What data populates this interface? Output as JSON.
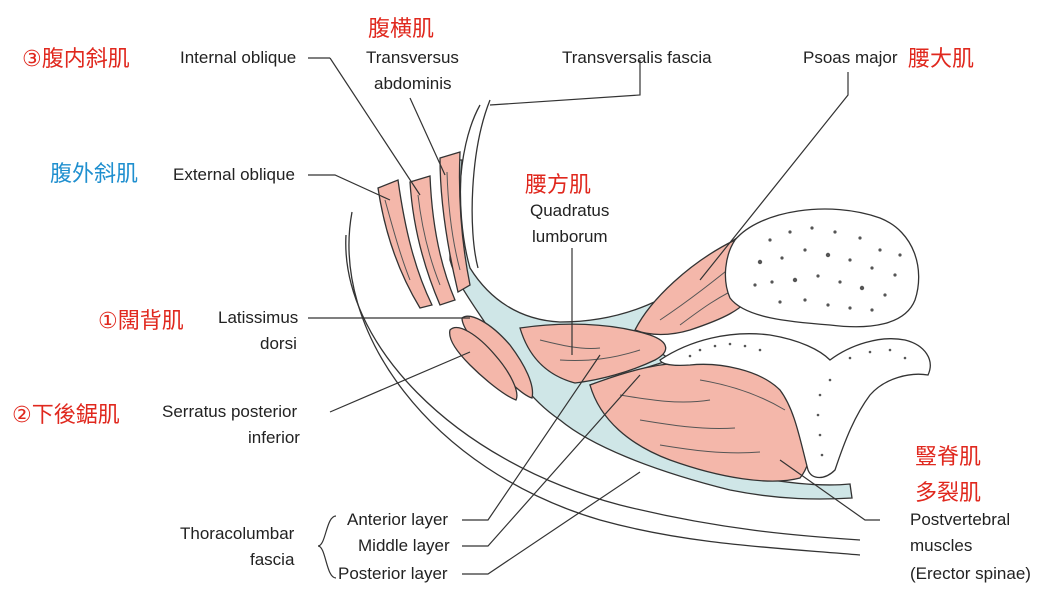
{
  "labels_en": {
    "internal_oblique": "Internal oblique",
    "transversus_1": "Transversus",
    "transversus_2": "abdominis",
    "transversalis": "Transversalis fascia",
    "psoas": "Psoas major",
    "external_oblique": "External oblique",
    "quadratus_1": "Quadratus",
    "quadratus_2": "lumborum",
    "latissimus_1": "Latissimus",
    "latissimus_2": "dorsi",
    "serratus_1": "Serratus posterior",
    "serratus_2": "inferior",
    "thoracolumbar_1": "Thoracolumbar",
    "thoracolumbar_2": "fascia",
    "anterior_layer": "Anterior layer",
    "middle_layer": "Middle layer",
    "posterior_layer": "Posterior layer",
    "postvertebral_1": "Postvertebral",
    "postvertebral_2": "muscles",
    "postvertebral_3": "(Erector spinae)"
  },
  "labels_jp": {
    "internal_oblique": "③腹内斜肌",
    "transversus": "腹横肌",
    "psoas": "腰大肌",
    "external_oblique": "腹外斜肌",
    "quadratus": "腰方肌",
    "latissimus": "①闊背肌",
    "serratus": "②下後鋸肌",
    "erector": "豎脊肌",
    "multifidus": "多裂肌"
  },
  "colors": {
    "annotation_red": "#e0281e",
    "annotation_blue": "#1f8fcf",
    "muscle": "#f4b7aa",
    "fascia": "#cfe6e7"
  }
}
